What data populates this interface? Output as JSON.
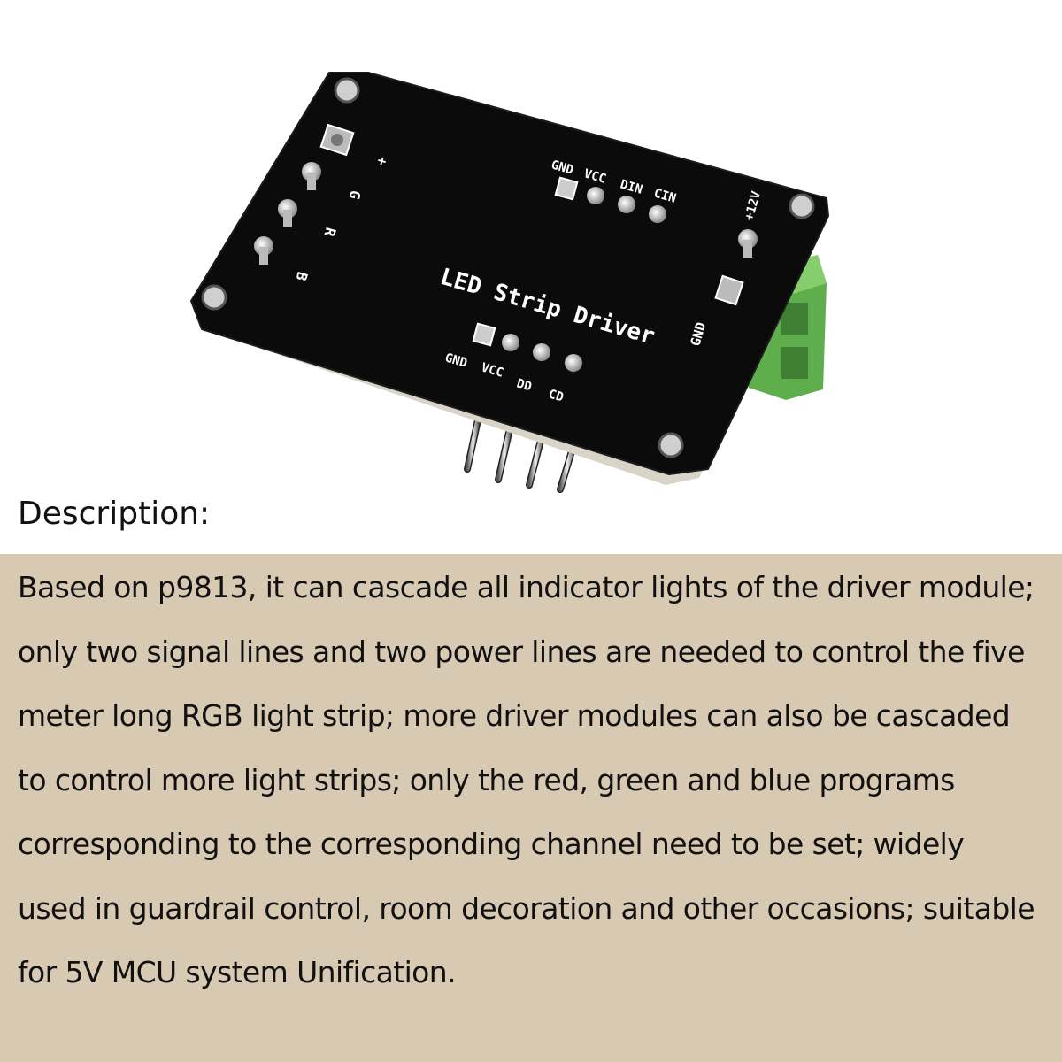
{
  "board": {
    "title": "LED Strip Driver",
    "top_header_labels": [
      "GND",
      "VCC",
      "DIN",
      "CIN"
    ],
    "bottom_header_labels": [
      "GND",
      "VCC",
      "DD",
      "CD"
    ],
    "left_terminal_labels": [
      "+",
      "G",
      "R",
      "B"
    ],
    "right_terminal_labels": [
      "+12V",
      "GND"
    ]
  },
  "description": {
    "heading": "Description:",
    "body": "Based on p9813, it can cascade all indicator lights of the driver module; only two signal lines and two power lines are needed to control the five meter long RGB light strip; more driver modules can also be cascaded to control more light strips; only the red, green and blue programs corresponding to the corresponding channel need to be set; widely used in guardrail control, room decoration and other occasions; suitable for 5V MCU system Unification."
  }
}
